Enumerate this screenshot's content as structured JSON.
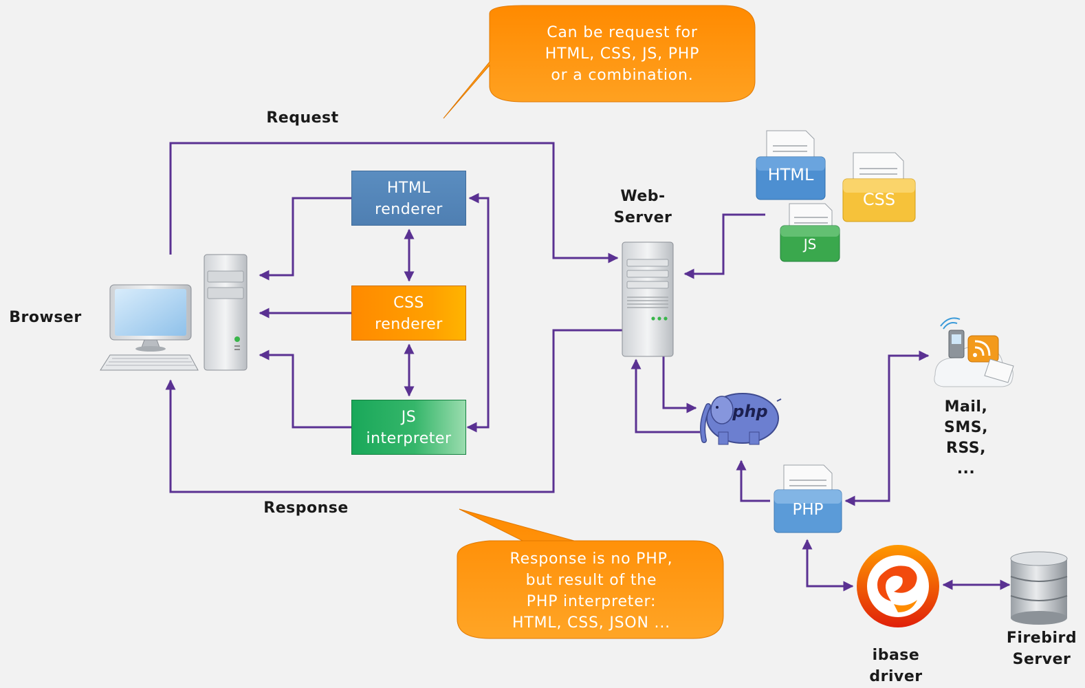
{
  "labels": {
    "request": "Request",
    "response": "Response",
    "browser": "Browser",
    "webserver": [
      "Web-",
      "Server"
    ],
    "mail": [
      "Mail,",
      "SMS,",
      "RSS,",
      "..."
    ],
    "ibase": [
      "ibase",
      "driver"
    ],
    "firebird": [
      "Firebird",
      "Server"
    ]
  },
  "boxes": {
    "html": [
      "HTML",
      "renderer"
    ],
    "css": [
      "CSS",
      "renderer"
    ],
    "js": [
      "JS",
      "interpreter"
    ]
  },
  "bubbles": {
    "top": [
      "Can be request for",
      "HTML, CSS, JS, PHP",
      "or a combination."
    ],
    "bottom": [
      "Response is no PHP,",
      "but result of the",
      "PHP interpreter:",
      "HTML, CSS, JSON ..."
    ]
  },
  "docs": {
    "html": "HTML",
    "css": "CSS",
    "js": "JS",
    "php": "PHP"
  },
  "php_logo": "php",
  "colors": {
    "arrow": "#5a3192",
    "bubble": "#ff9a0f",
    "html_doc": "#4d8fd1",
    "css_doc": "#f6c23a",
    "js_doc": "#3aa84d",
    "php_doc": "#5b9bd8"
  }
}
